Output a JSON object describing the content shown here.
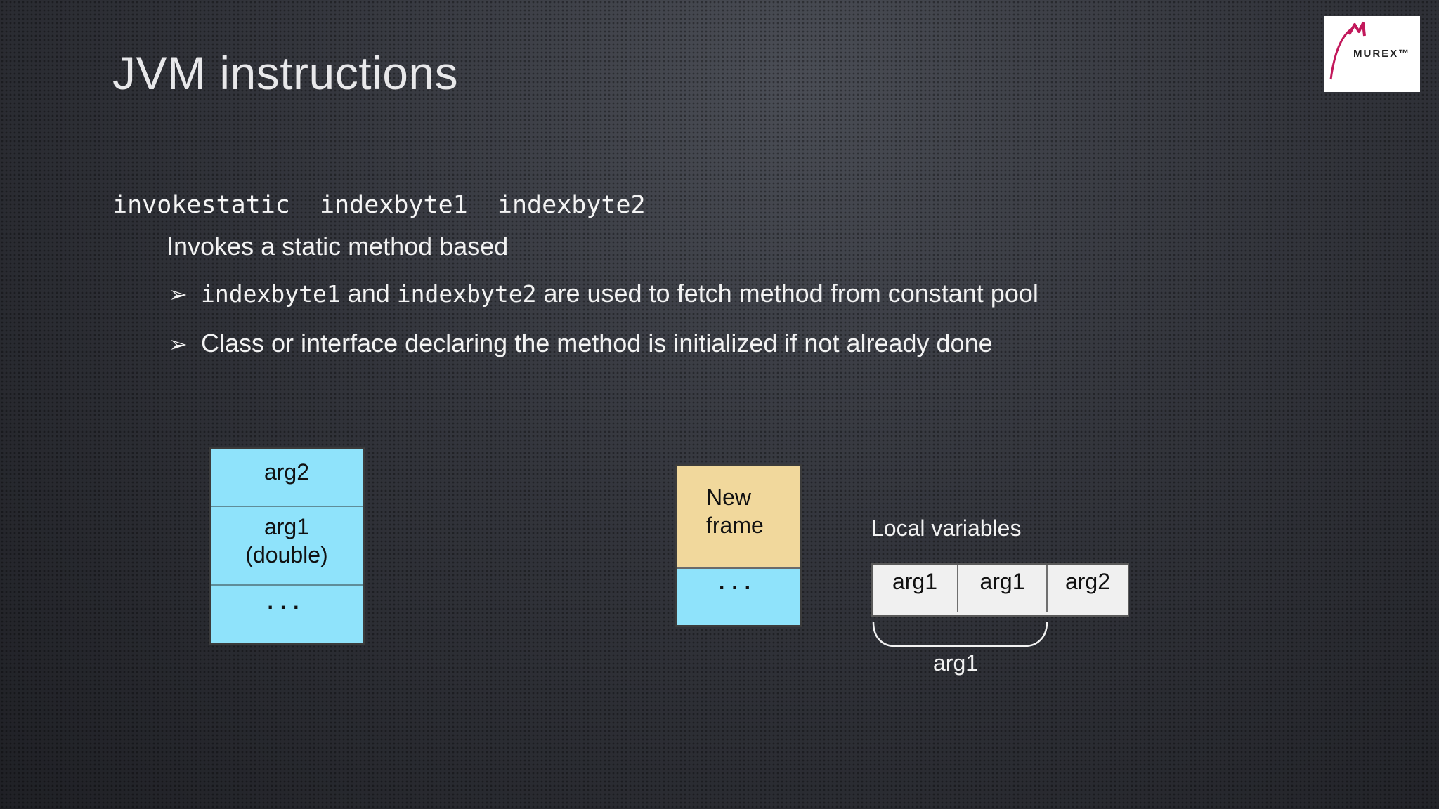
{
  "slide": {
    "title": "JVM instructions",
    "logo_text": "MUREX™",
    "instruction": {
      "opcode": "invokestatic",
      "operand1": "indexbyte1",
      "operand2": "indexbyte2"
    },
    "description": "Invokes a static method based",
    "bullets": [
      {
        "marker": "➢",
        "code1": "indexbyte1",
        "text1": " and ",
        "code2": "indexbyte2",
        "text2": " are used to fetch method from constant pool"
      },
      {
        "marker": "➢",
        "text": "Class or interface declaring the method is initialized if not already done"
      }
    ]
  },
  "operand_stack": {
    "cells": [
      "arg2",
      "arg1",
      "(double)",
      "..."
    ]
  },
  "frame_stack": {
    "new_frame_line1": "New",
    "new_frame_line2": "frame",
    "rest": "..."
  },
  "local_variables": {
    "label": "Local variables",
    "cells": [
      "arg1",
      "arg1",
      "arg2"
    ],
    "brace_label": "arg1"
  },
  "colors": {
    "stack_blue": "#8fe3fb",
    "frame_tan": "#f1d89c",
    "local_var_bg": "#f0f0f0",
    "logo_accent": "#c2185b"
  }
}
